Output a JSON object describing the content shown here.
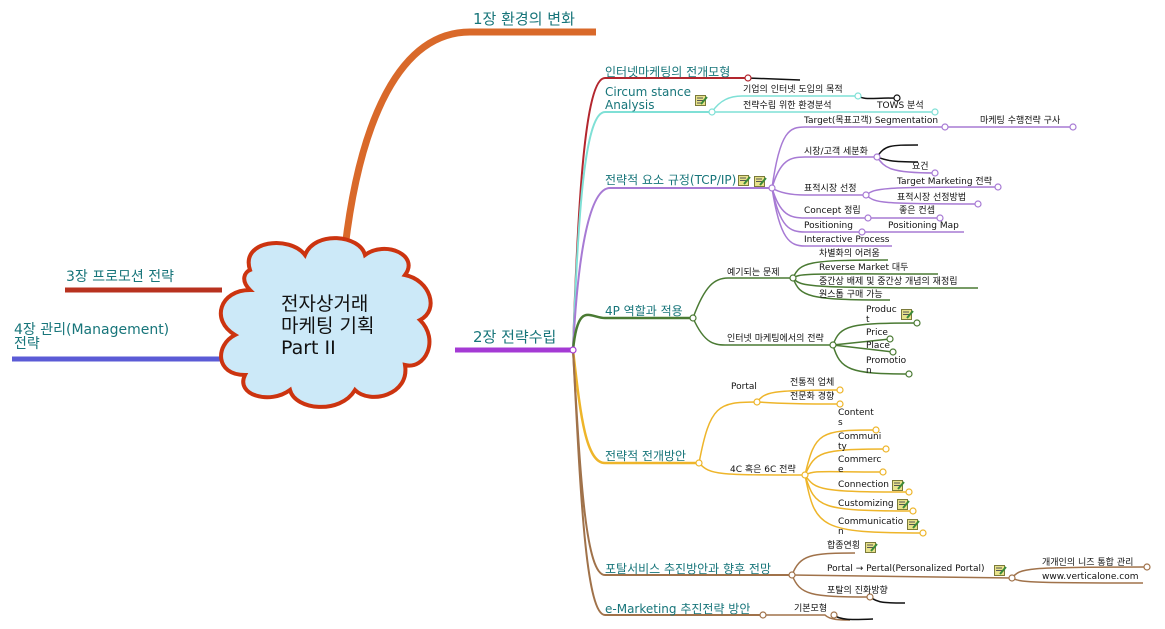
{
  "center": {
    "lines": [
      "전자상거래",
      "마케팅 기획",
      "Part II"
    ]
  },
  "chapters": {
    "ch1": "1장 환경의 변화",
    "ch2": "2장 전략수립",
    "ch3": "3장 프로모션 전략",
    "ch4a": "4장 관리(Management)",
    "ch4b": "전략"
  },
  "branches": {
    "b1": "인터넷마케팅의 전개모형",
    "b2a": "Circum stance",
    "b2b": "Analysis",
    "b3": "전략적 요소 규정(TCP/IP)",
    "b4": "4P 역할과 적용",
    "b5": "전략적 전개방안",
    "b6": "포탈서비스 추진방안과 향후 전망",
    "b7": "e-Marketing 추진전략 방안"
  },
  "nodes": {
    "ca1": "기업의 인터넷 도입의 목적",
    "ca2": "전략수립 위한 환경분석",
    "ca3": "TOWS 분석",
    "tcp1": "Target(목표고객) Segmentation",
    "tcp1a": "마케팅 수행전략 구사",
    "tcp2": "시장/고객 세분화",
    "tcp2a": "요건",
    "tcp3": "표적시장 선정",
    "tcp3a": "Target Marketing 전략",
    "tcp3b": "표적시장 선정방법",
    "tcp4": "Concept 정립",
    "tcp4a": "좋은 컨셉",
    "tcp5": "Positioning",
    "tcp5a": "Positioning Map",
    "tcp6": "Interactive Process",
    "p1": "예기되는 문제",
    "p1a": "차별화의 어려움",
    "p1b": "Reverse Market 대두",
    "p1c": "중간상 배제 및 중간상 개념의 재정립",
    "p1d": "원스톱 구매 가능",
    "p2": "인터넷 마케팅에서의 전략",
    "p2a": "Product",
    "p2b": "Price",
    "p2c": "Place",
    "p2d": "Promotion",
    "s1": "Portal",
    "s1a": "전통적 업체",
    "s1b": "전문화 경향",
    "s2": "4C 혹은 6C 전략",
    "s2a": "Contents",
    "s2b": "Community",
    "s2c": "Commerce",
    "s2d": "Connection",
    "s2e": "Customizing",
    "s2f": "Communication",
    "pt1": "합종연횡",
    "pt2": "Portal → Pertal(Personalized Portal)",
    "pt2a": "개개인의 니즈 통합 관리",
    "pt2b": "www.verticalone.com",
    "pt3": "포탈의 진화방향",
    "em1": "기본모형"
  },
  "colors": {
    "ch1": "#d9692a",
    "ch2": "#a43ad4",
    "ch3": "#b8321f",
    "ch4": "#5b5bd6",
    "b1": "#b3262e",
    "b2": "#7fe0d6",
    "b3": "#a77ad4",
    "b4": "#4a7a33",
    "b5": "#eeb52a",
    "b6": "#a0724a",
    "b7": "#a0724a",
    "cloud_fill": "#cce9f8",
    "cloud_stroke": "#cc3410",
    "text_teal": "#17757a"
  }
}
